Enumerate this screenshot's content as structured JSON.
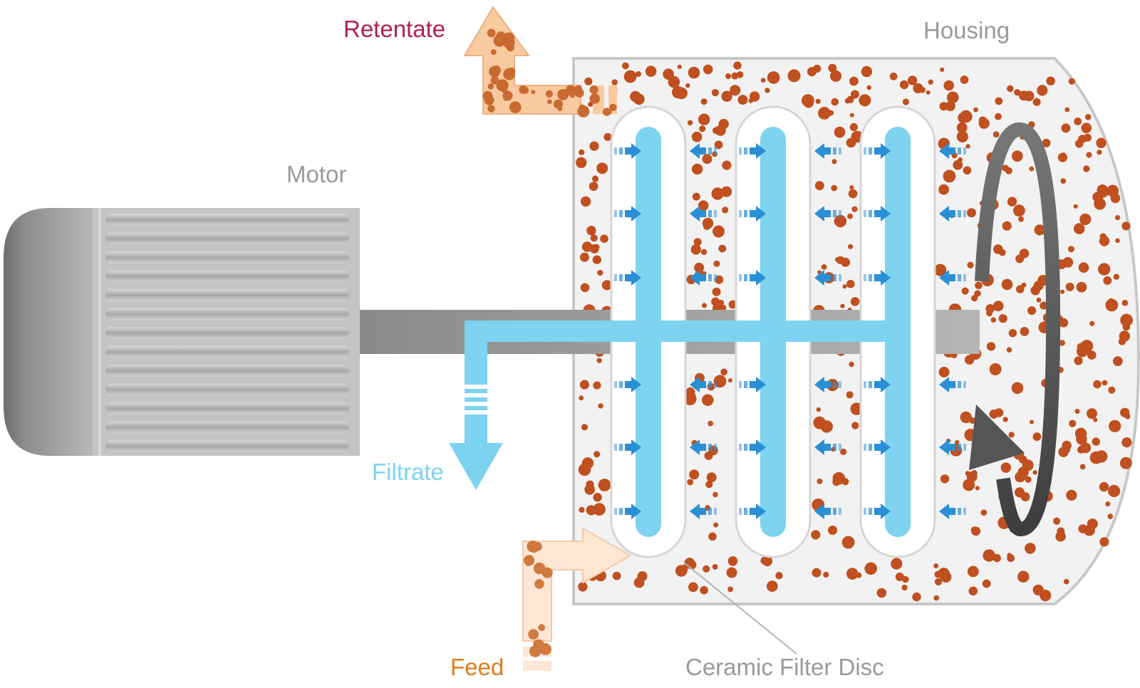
{
  "labels": {
    "retentate": "Retentate",
    "housing": "Housing",
    "motor": "Motor",
    "filtrate": "Filtrate",
    "feed": "Feed",
    "ceramic_filter_disc": "Ceramic Filter Disc"
  },
  "colors": {
    "retentate_label": "#b0204f",
    "feed_label": "#e07b1a",
    "filtrate": "#7dd3f0",
    "flow_arrow": "#2a8fd4",
    "particle": "#c0501f",
    "housing_fill": "#f2f2f2",
    "housing_stroke": "#c8c8c8",
    "label_gray": "#9a9a9a",
    "motor_gray": "#8c8c8c",
    "rotation_arrow": "#555555"
  },
  "icons": [
    "motor-icon",
    "rotation-arrow-icon",
    "flow-arrow-icon"
  ]
}
